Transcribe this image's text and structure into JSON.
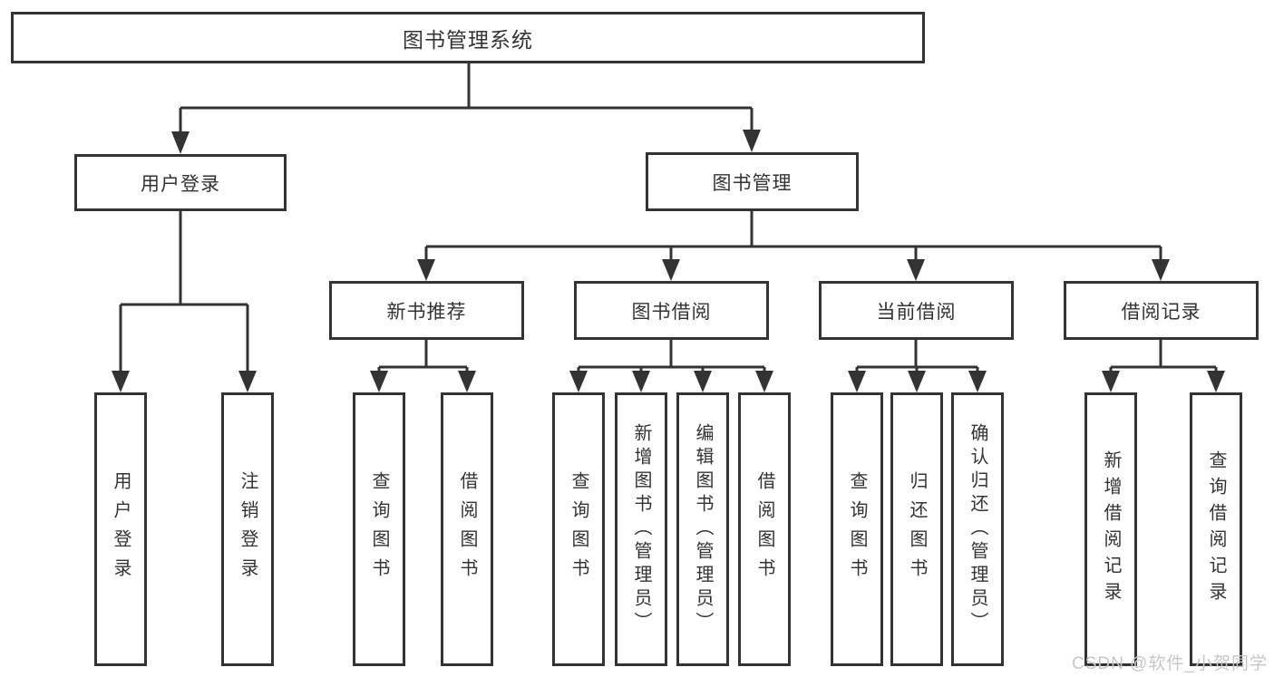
{
  "diagram": {
    "root": {
      "label": "图书管理系统"
    },
    "level2": {
      "user_login": "用户登录",
      "book_mgmt": "图书管理"
    },
    "level3": {
      "new_book_rec": "新书推荐",
      "book_borrow": "图书借阅",
      "current_borrow": "当前借阅",
      "borrow_records": "借阅记录"
    },
    "leaves": {
      "user_login": "用户登录",
      "logout": "注销登录",
      "rec_query_book": "查询图书",
      "rec_borrow_book": "借阅图书",
      "bb_query_book": "查询图书",
      "bb_add_book": "新增图书（管理员）",
      "bb_edit_book": "编辑图书（管理员）",
      "bb_borrow_book": "借阅图书",
      "cb_query_book": "查询图书",
      "cb_return_book": "归还图书",
      "cb_confirm_return": "确认归还（管理员）",
      "br_add_record": "新增借阅记录",
      "br_query_record": "查询借阅记录"
    }
  },
  "watermark": "CSDN @软件_小贺同学",
  "colors": {
    "line": "#333333",
    "box_border": "#333333",
    "text": "#333333",
    "watermark": "#c7c7c7",
    "background": "#ffffff"
  }
}
